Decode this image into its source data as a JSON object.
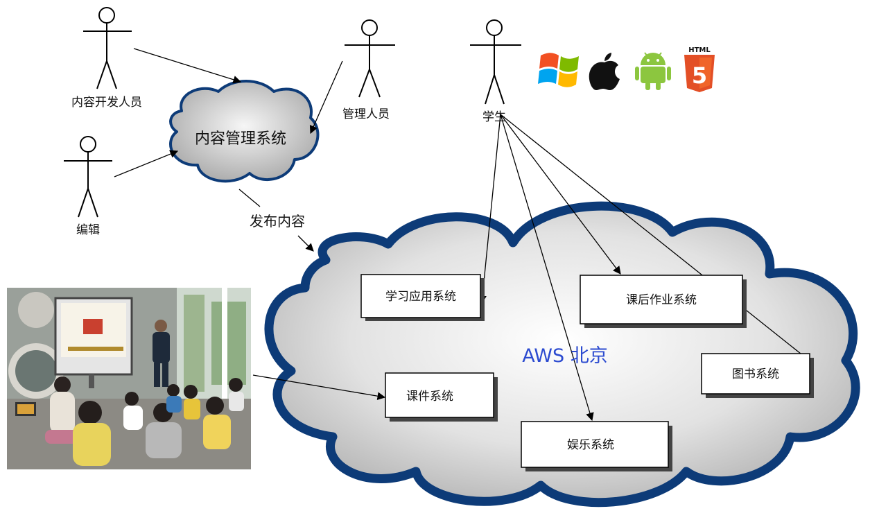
{
  "actors": {
    "content_developer": "内容开发人员",
    "editor": "编辑",
    "admin": "管理人员",
    "student": "学生"
  },
  "cms_cloud": {
    "label": "内容管理系统"
  },
  "publish_label": "发布内容",
  "aws_cloud": {
    "label": "AWS 北京"
  },
  "systems": {
    "learning_app": "学习应用系统",
    "homework": "课后作业系统",
    "library": "图书系统",
    "courseware": "课件系统",
    "entertainment": "娱乐系统"
  },
  "platform_icons": [
    "windows-logo",
    "apple-logo",
    "android-logo",
    "html5-logo"
  ],
  "html5_badge_text": "HTML",
  "html5_badge_number": "5",
  "colors": {
    "cloud_border": "#0d3b78",
    "aws_text": "#2c4bd0",
    "html5_orange": "#e34f26",
    "android_green": "#8cc63f"
  }
}
